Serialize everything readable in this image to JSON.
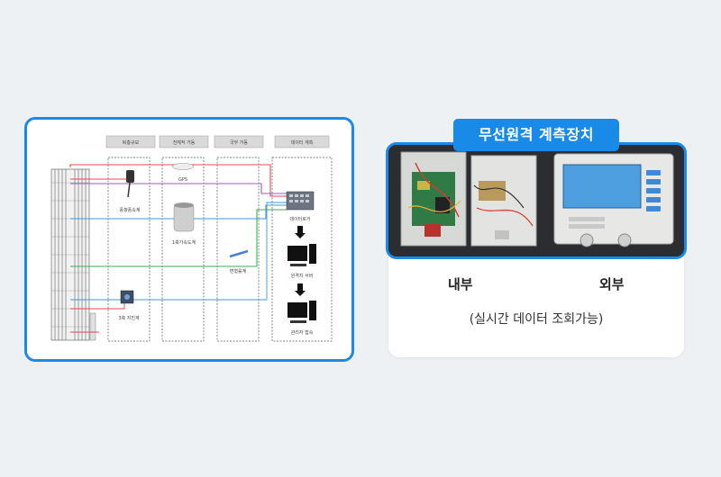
{
  "diagram": {
    "column_headers": [
      "퇴층규모",
      "전체적 거동",
      "국부 거동",
      "데이터 계측"
    ],
    "labels": {
      "sensor1": "풍향풍속계",
      "gps": "GPS",
      "accel": "1축가속도계",
      "strain": "변형률계",
      "logger": "데이터로거",
      "server": "원격지 서버",
      "manager": "관리자 접속",
      "seismo": "3축 지진계"
    }
  },
  "device_card": {
    "badge": "무선원격 계측장치",
    "inner_label": "내부",
    "outer_label": "외부",
    "note": "(실시간 데이터 조회가능)"
  },
  "colors": {
    "accent": "#1a8ae8",
    "line_red": "#e8474c",
    "line_purple": "#9b59d0",
    "line_blue": "#3a9be0",
    "line_green": "#3cb050"
  }
}
